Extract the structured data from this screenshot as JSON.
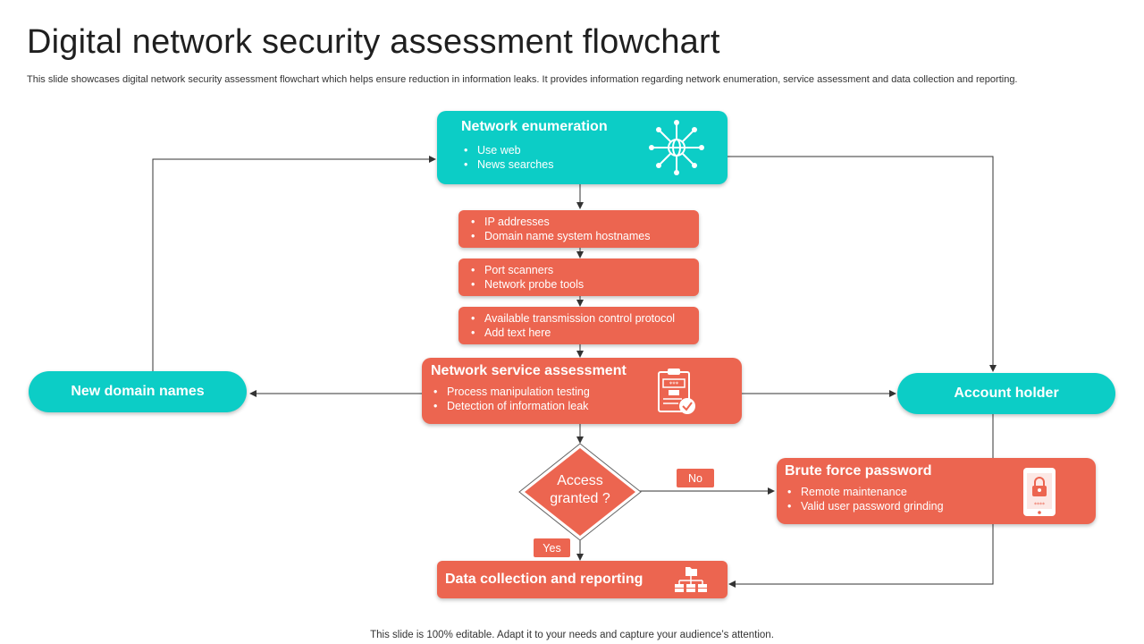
{
  "title": "Digital network security assessment flowchart",
  "subtitle": "This slide showcases digital network security assessment flowchart which helps ensure reduction in information leaks. It provides information regarding network enumeration, service assessment and data collection and reporting.",
  "footer": "This slide is 100% editable. Adapt it to your needs and capture your audience’s attention.",
  "nodes": {
    "network_enumeration": {
      "title": "Network enumeration",
      "bullets": [
        "Use web",
        "News searches"
      ],
      "icon": "globe-network-icon"
    },
    "step1": {
      "bullets": [
        "IP addresses",
        "Domain name system hostnames"
      ]
    },
    "step2": {
      "bullets": [
        "Port scanners",
        "Network probe tools"
      ]
    },
    "step3": {
      "bullets": [
        "Available transmission control protocol",
        "Add text here"
      ]
    },
    "network_service_assessment": {
      "title": "Network service assessment",
      "bullets": [
        "Process manipulation testing",
        "Detection of information  leak"
      ],
      "icon": "clipboard-check-icon"
    },
    "new_domain_names": {
      "label": "New domain names"
    },
    "account_holder": {
      "label": "Account holder"
    },
    "decision": {
      "line1": "Access",
      "line2": "granted ?"
    },
    "brute_force": {
      "title": "Brute force password",
      "bullets": [
        "Remote maintenance",
        "Valid user password grinding"
      ],
      "icon": "phone-lock-icon"
    },
    "data_collection": {
      "title": "Data collection and reporting",
      "icon": "folder-network-icon"
    }
  },
  "labels": {
    "no": "No",
    "yes": "Yes"
  },
  "colors": {
    "teal": "#0ccdc6",
    "coral": "#ec6550",
    "connector": "#333333"
  }
}
